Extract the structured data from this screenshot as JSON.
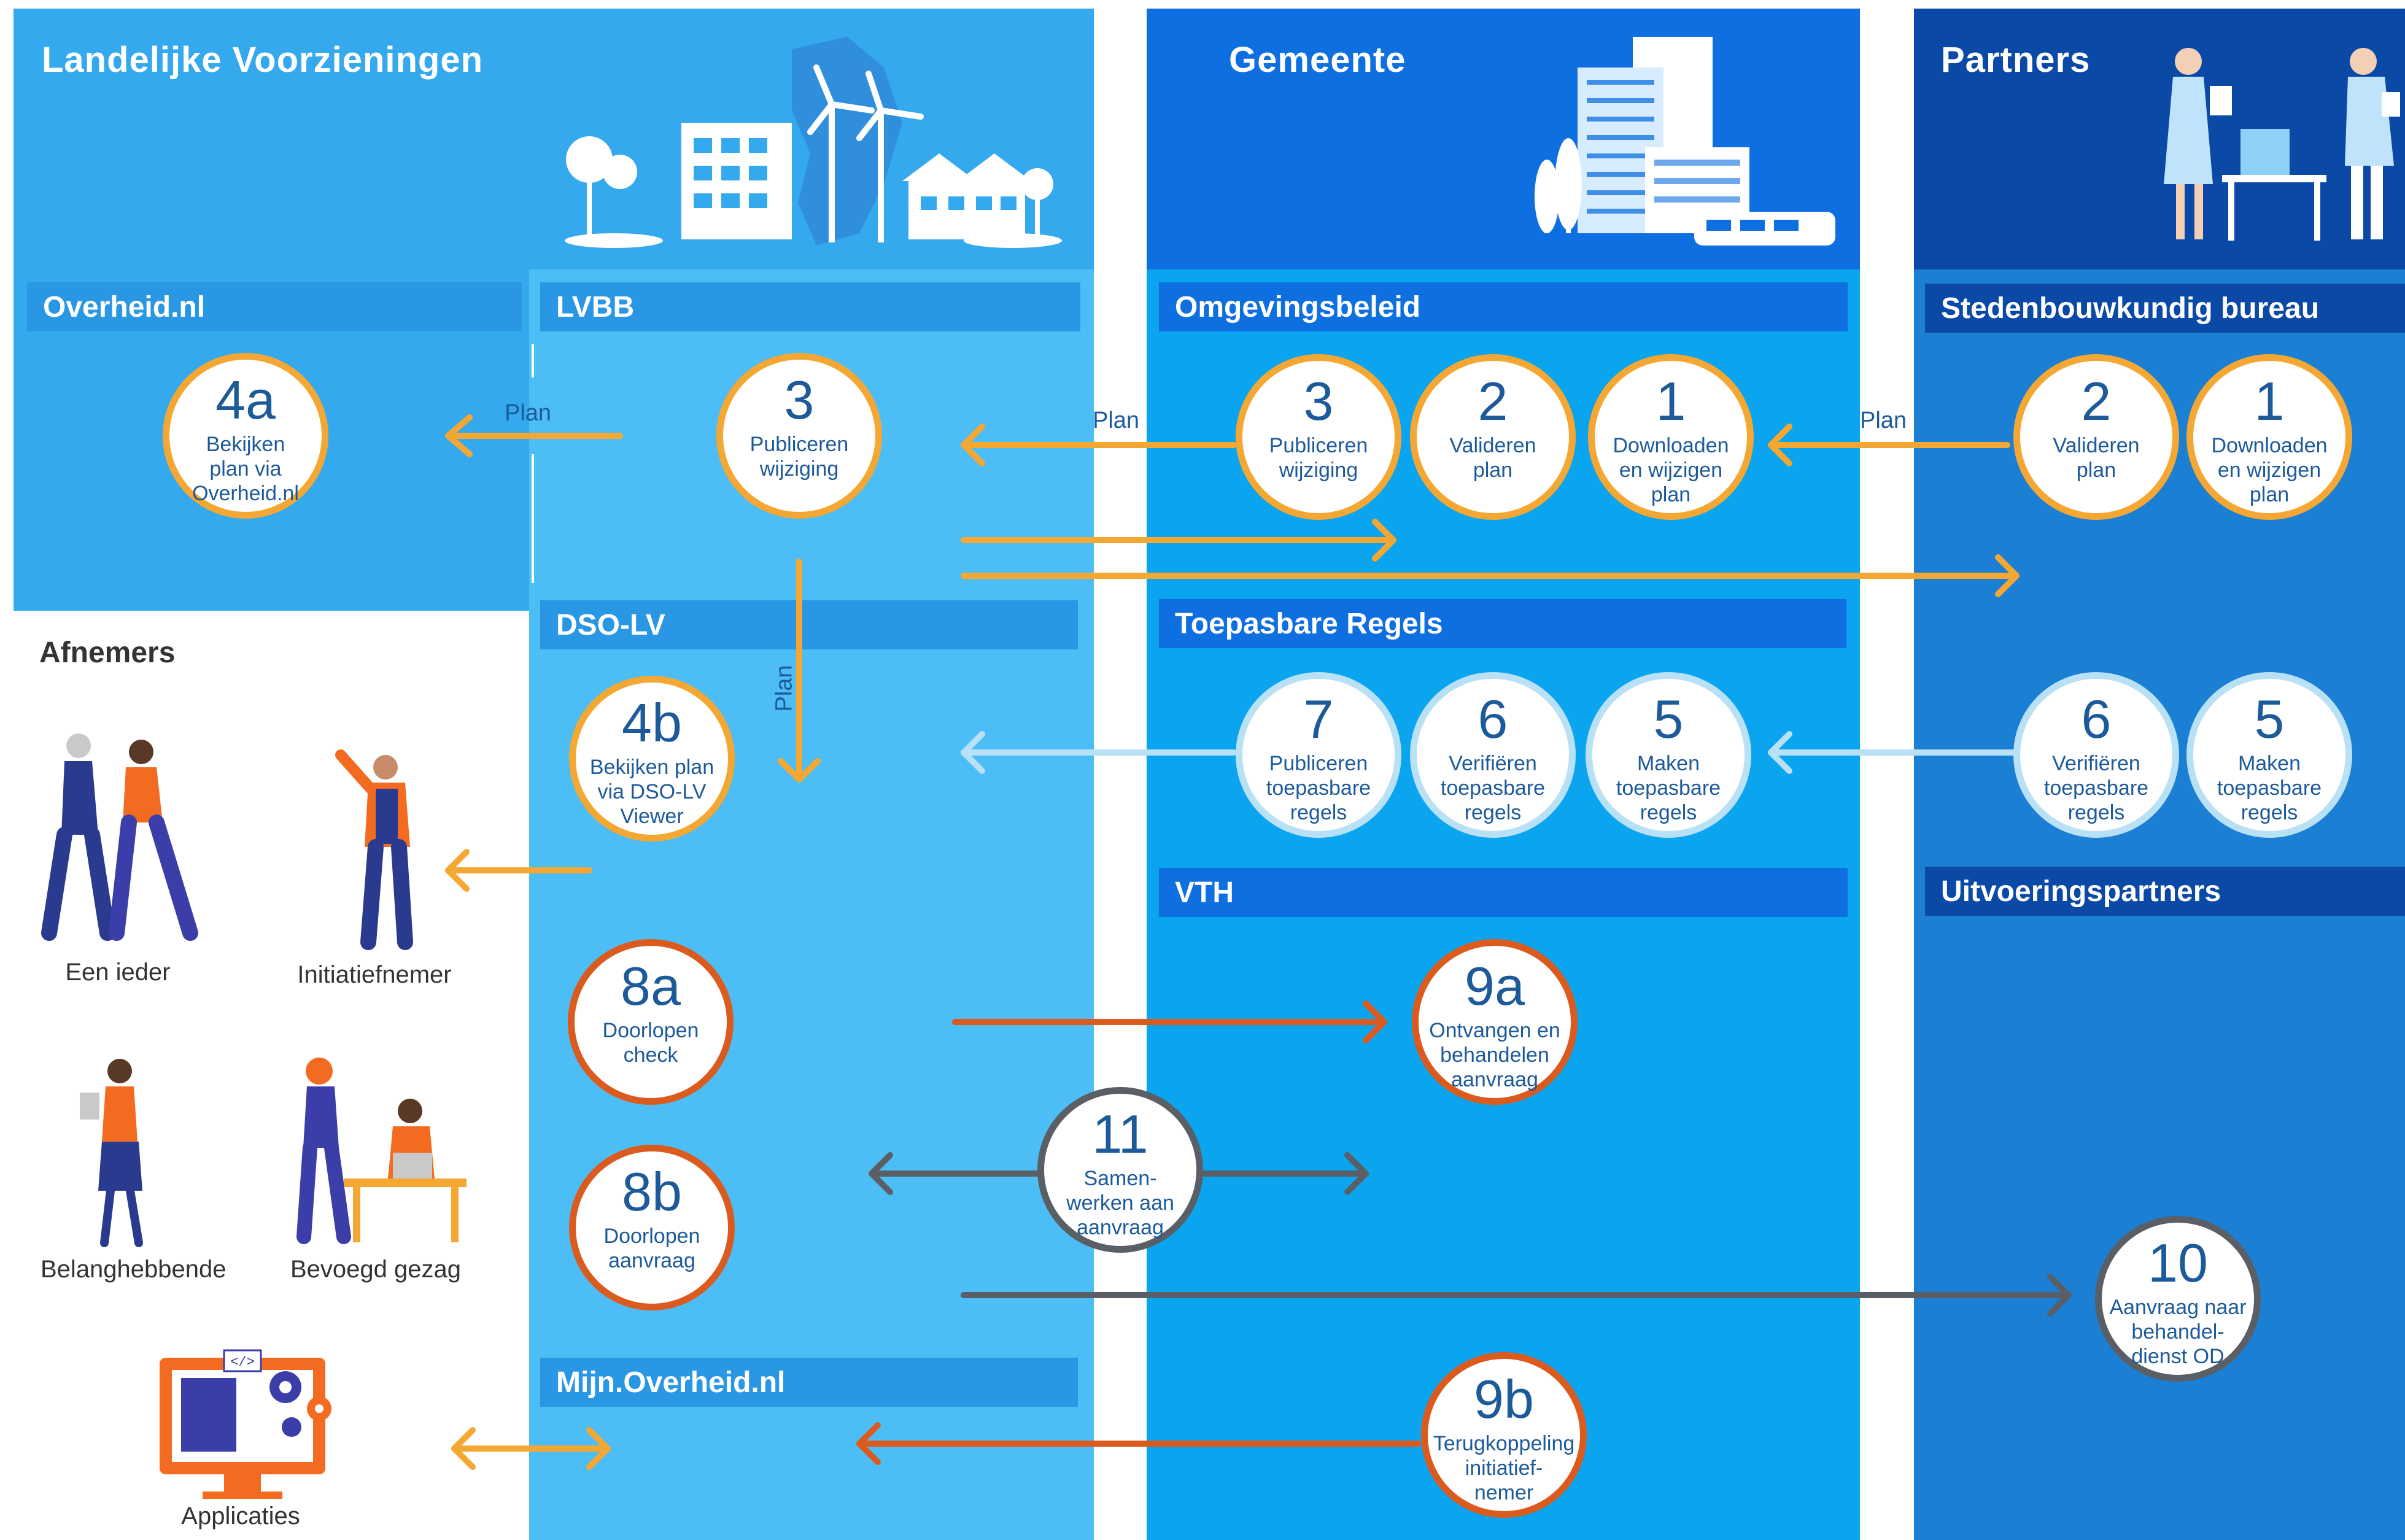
{
  "columns": {
    "landelijk": "Landelijke Voorzieningen",
    "gemeente": "Gemeente",
    "partners": "Partners"
  },
  "afnemers": {
    "title": "Afnemers",
    "een_ieder": "Een ieder",
    "initiatiefnemer": "Initiatiefnemer",
    "belanghebbende": "Belanghebbende",
    "bevoegd_gezag": "Bevoegd gezag",
    "applicaties": "Applicaties"
  },
  "headers": {
    "overheid": "Overheid.nl",
    "lvbb": "LVBB",
    "dsolv": "DSO-LV",
    "mijnoverheid": "Mijn.Overheid.nl",
    "omgevingsbeleid": "Omgevingsbeleid",
    "toepasbare": "Toepasbare Regels",
    "vth": "VTH",
    "stedenbouw": "Stedenbouwkundig bureau",
    "uitvoering": "Uitvoeringspartners"
  },
  "plan_label": "Plan",
  "code_glyph": "</>",
  "steps": {
    "s4a": {
      "num": "4a",
      "label": "Bekijken\nplan via\nOverheid.nl"
    },
    "s3lv": {
      "num": "3",
      "label": "Publiceren\nwijziging"
    },
    "s4b": {
      "num": "4b",
      "label": "Bekijken plan\nvia DSO-LV\nViewer"
    },
    "s8a": {
      "num": "8a",
      "label": "Doorlopen\ncheck"
    },
    "s8b": {
      "num": "8b",
      "label": "Doorlopen\naanvraag"
    },
    "s3g": {
      "num": "3",
      "label": "Publiceren\nwijziging"
    },
    "s2g": {
      "num": "2",
      "label": "Valideren\nplan"
    },
    "s1g": {
      "num": "1",
      "label": "Downloaden\nen wijzigen\nplan"
    },
    "s7g": {
      "num": "7",
      "label": "Publiceren\ntoepasbare\nregels"
    },
    "s6g": {
      "num": "6",
      "label": "Verifiëren\ntoepasbare\nregels"
    },
    "s5g": {
      "num": "5",
      "label": "Maken\ntoepasbare\nregels"
    },
    "s9a": {
      "num": "9a",
      "label": "Ontvangen en\nbehandelen\naanvraag"
    },
    "s11": {
      "num": "11",
      "label": "Samen-\nwerken aan\naanvraag"
    },
    "s9b": {
      "num": "9b",
      "label": "Terugkoppeling\ninitiatief-\nnemer"
    },
    "s2p": {
      "num": "2",
      "label": "Valideren\nplan"
    },
    "s1p": {
      "num": "1",
      "label": "Downloaden\nen wijzigen\nplan"
    },
    "s6p": {
      "num": "6",
      "label": "Verifiëren\ntoepasbare\nregels"
    },
    "s5p": {
      "num": "5",
      "label": "Maken\ntoepasbare\nregels"
    },
    "s10": {
      "num": "10",
      "label": "Aanvraag naar\nbehandel-\ndienst OD"
    }
  },
  "colors": {
    "lv_top": "#35a9ee",
    "lv_body": "#4dbdf5",
    "gemeente_top": "#0d6fe0",
    "gemeente_body": "#0ba4ee",
    "partners_top": "#0a4aa6",
    "partners_body": "#1b7fd4",
    "orange": "#f5a733",
    "red": "#db5a1e",
    "grey": "#5a5f66",
    "light": "#b9e1f6"
  }
}
